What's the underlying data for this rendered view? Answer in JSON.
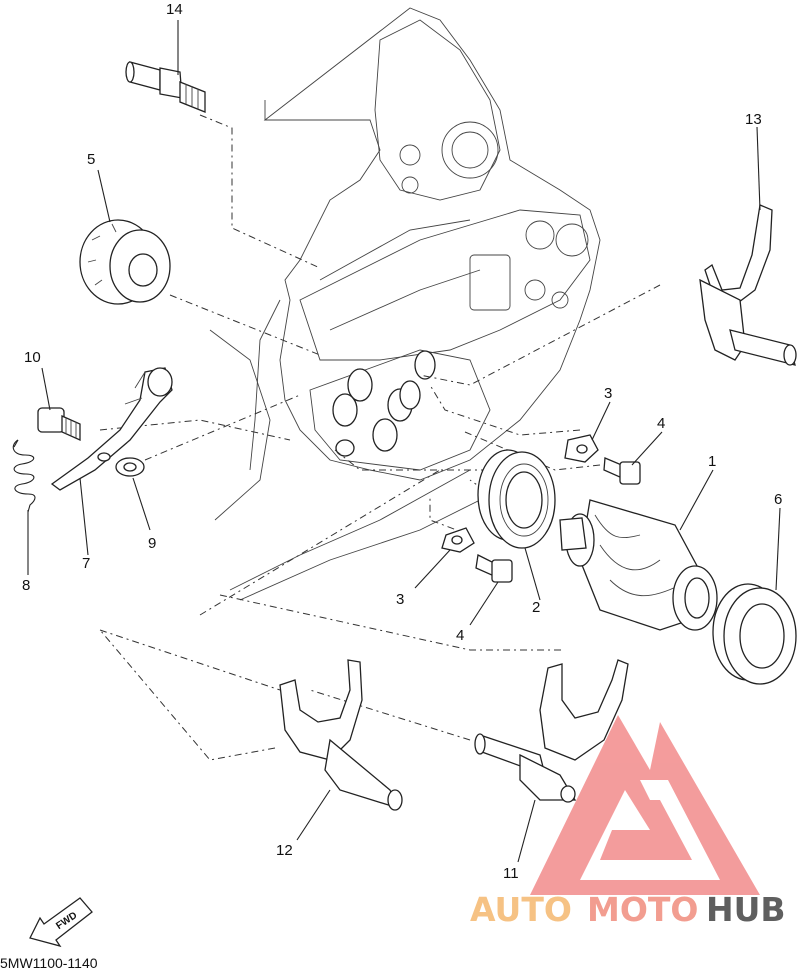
{
  "diagram": {
    "callouts": [
      "14",
      "5",
      "13",
      "10",
      "3",
      "4",
      "1",
      "6",
      "8",
      "7",
      "9",
      "3",
      "2",
      "4",
      "12",
      "11"
    ],
    "fwd_label": "FWD",
    "reference_code": "5MW1100-1140"
  },
  "watermark": {
    "auto": "AUTO",
    "moto": "MOTO",
    "hub": "HUB",
    "colors": {
      "auto": "#f5b86f",
      "moto": "#f08d7d",
      "hub": "#444444",
      "logo": "#f28b8b"
    }
  }
}
